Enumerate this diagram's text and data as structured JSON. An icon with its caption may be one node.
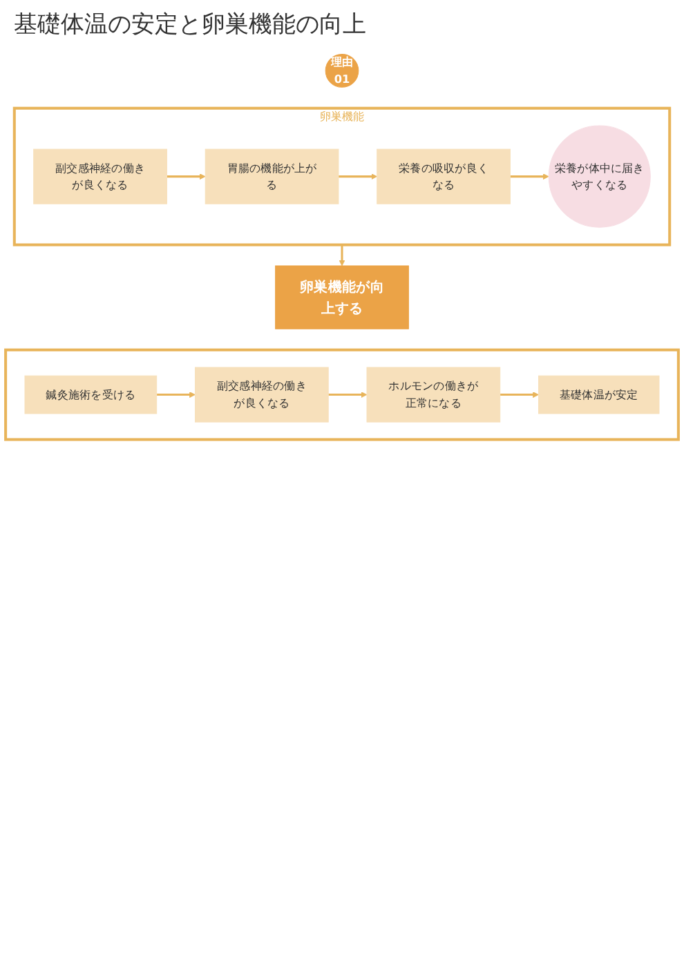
{
  "diagram": {
    "title": "基礎体温の安定と卵巣機能の向上",
    "nodes": [
      {
        "text": [
          "理由",
          "01"
        ]
      },
      {
        "text": [
          "卵巣機能"
        ]
      },
      {
        "text": [
          "副交感神経の働きが良くなる"
        ],
        "in": 1
      },
      {
        "text": [
          "胃腸の機能が上がる"
        ],
        "in": 1
      },
      {
        "text": [
          "栄養の吸収が良くなる"
        ],
        "in": 1
      },
      {
        "text": [
          "栄養が体中に届きやすくなる"
        ],
        "in": 1
      },
      {
        "text": [
          "卵巣機能が向上する"
        ]
      },
      {
        "text": [],
        "shape": "box"
      },
      {
        "text": [
          "鍼灸施術を受ける"
        ],
        "in": 7
      },
      {
        "text": [
          "副交感神経の働きが良くなる"
        ],
        "in": 7
      },
      {
        "text": [
          "ホルモンの働きが正常になる"
        ],
        "in": 7
      },
      {
        "text": [
          "基礎体温が安定"
        ],
        "in": 7
      }
    ],
    "edges": [
      {
        "from": 2,
        "to": 3,
        "arrow": "to"
      },
      {
        "from": 3,
        "to": 4,
        "arrow": "to"
      },
      {
        "from": 4,
        "to": 5,
        "arrow": "to"
      },
      {
        "from": 1,
        "to": 6,
        "arrow": "to"
      },
      {
        "from": 8,
        "to": 9,
        "arrow": "to"
      },
      {
        "from": 9,
        "to": 10,
        "arrow": "to"
      },
      {
        "from": 10,
        "to": 11,
        "arrow": "to"
      }
    ]
  }
}
